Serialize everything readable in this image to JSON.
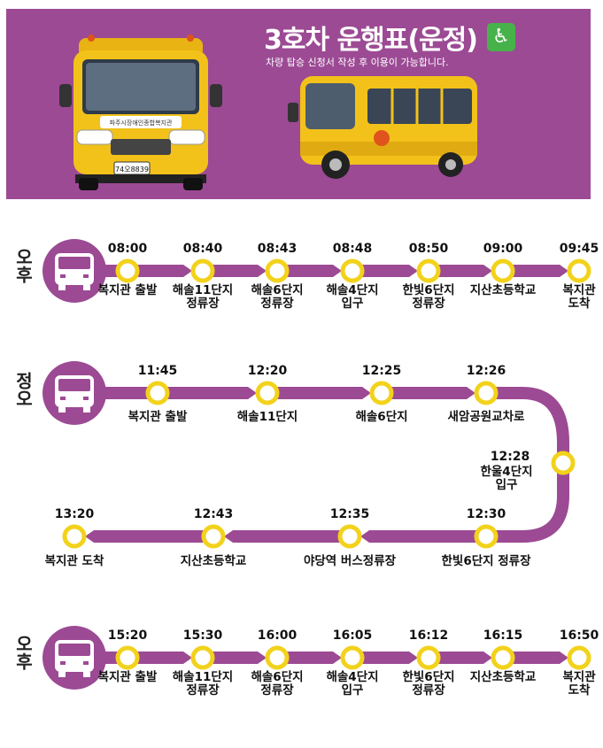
{
  "header": {
    "title": "3호차 운행표(운정)",
    "subtitle": "차량 탑승 신청서 작성 후 이용이 가능합니다.",
    "wheelchair_icon": "wheelchair-icon",
    "bus_plate": "74오8839",
    "bus_sign": "파주시장애인종합복지관",
    "colors": {
      "banner": "#9c4a94",
      "route": "#9c4a94",
      "stop_ring": "#f2d21b",
      "badge": "#47b24a"
    }
  },
  "routes": [
    {
      "period": "오후",
      "stops": [
        {
          "time": "08:00",
          "name": [
            "복지관 출발"
          ]
        },
        {
          "time": "08:40",
          "name": [
            "해솔11단지",
            "정류장"
          ]
        },
        {
          "time": "08:43",
          "name": [
            "해솔6단지",
            "정류장"
          ]
        },
        {
          "time": "08:48",
          "name": [
            "해솔4단지",
            "입구"
          ]
        },
        {
          "time": "08:50",
          "name": [
            "한빛6단지",
            "정류장"
          ]
        },
        {
          "time": "09:00",
          "name": [
            "지산초등학교"
          ]
        },
        {
          "time": "09:45",
          "name": [
            "복지관",
            "도착"
          ]
        }
      ]
    },
    {
      "period": "정오",
      "stops": [
        {
          "time": "11:45",
          "name": [
            "복지관 출발"
          ]
        },
        {
          "time": "12:20",
          "name": [
            "해솔11단지"
          ]
        },
        {
          "time": "12:25",
          "name": [
            "해솔6단지"
          ]
        },
        {
          "time": "12:26",
          "name": [
            "새암공원교차로"
          ]
        },
        {
          "time": "12:28",
          "name": [
            "한울4단지",
            "입구"
          ]
        },
        {
          "time": "12:30",
          "name": [
            "한빛6단지 정류장"
          ]
        },
        {
          "time": "12:35",
          "name": [
            "야당역 버스정류장"
          ]
        },
        {
          "time": "12:43",
          "name": [
            "지산초등학교"
          ]
        },
        {
          "time": "13:20",
          "name": [
            "복지관 도착"
          ]
        }
      ]
    },
    {
      "period": "오후",
      "stops": [
        {
          "time": "15:20",
          "name": [
            "복지관 출발"
          ]
        },
        {
          "time": "15:30",
          "name": [
            "해솔11단지",
            "정류장"
          ]
        },
        {
          "time": "16:00",
          "name": [
            "해솔6단지",
            "정류장"
          ]
        },
        {
          "time": "16:05",
          "name": [
            "해솔4단지",
            "입구"
          ]
        },
        {
          "time": "16:12",
          "name": [
            "한빛6단지",
            "정류장"
          ]
        },
        {
          "time": "16:15",
          "name": [
            "지산초등학교"
          ]
        },
        {
          "time": "16:50",
          "name": [
            "복지관",
            "도착"
          ]
        }
      ]
    }
  ]
}
